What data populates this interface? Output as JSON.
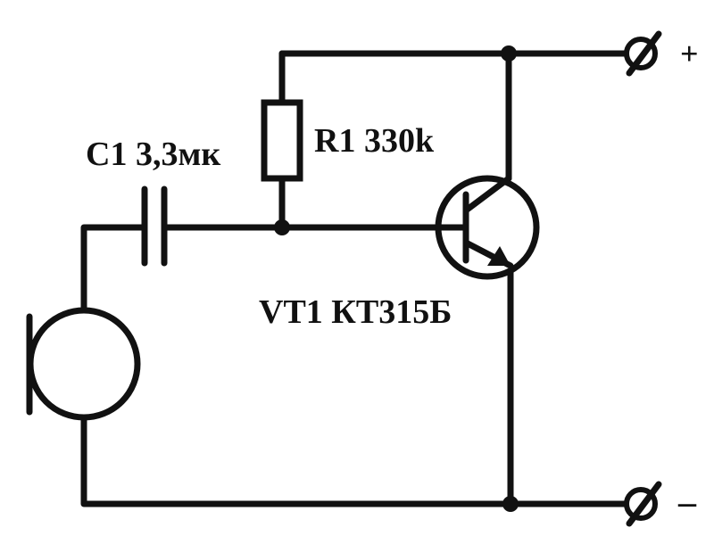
{
  "components": {
    "capacitor": {
      "label": "C1 3,3мк"
    },
    "resistor": {
      "label": "R1 330k"
    },
    "transistor": {
      "label": "VT1 КТ315Б"
    },
    "microphone": {
      "label": ""
    }
  },
  "terminals": {
    "positive": {
      "symbol": "+"
    },
    "negative": {
      "symbol": "–"
    }
  },
  "colors": {
    "ink": "#111111",
    "background": "#ffffff"
  }
}
